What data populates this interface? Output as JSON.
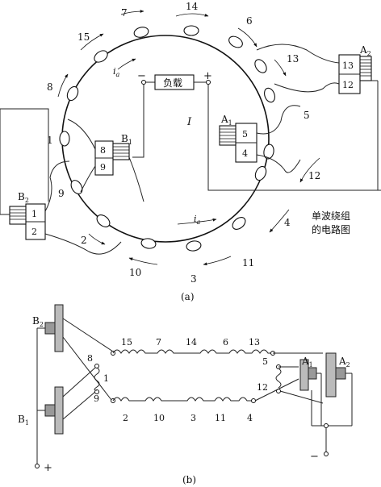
{
  "figure_a": {
    "caption": "(a)",
    "load_label": "负载",
    "minus": "−",
    "plus": "+",
    "current_I": "I",
    "ia_top": "i",
    "ia_sub": "a",
    "note_line1": "单波绕组",
    "note_line2": "的电路图",
    "coil_numbers": [
      "14",
      "6",
      "13",
      "5",
      "12",
      "4",
      "11",
      "3",
      "10",
      "2",
      "9",
      "1",
      "8",
      "15",
      "7"
    ],
    "brush_B1": {
      "label": "B",
      "sub": "1",
      "seg_top": "8",
      "seg_bot": "9"
    },
    "brush_B2": {
      "label": "B",
      "sub": "2",
      "seg_top": "1",
      "seg_bot": "2"
    },
    "brush_A1": {
      "label": "A",
      "sub": "1",
      "seg_top": "5",
      "seg_bot": "4"
    },
    "brush_A2": {
      "label": "A",
      "sub": "2",
      "seg_top": "13",
      "seg_bot": "12"
    }
  },
  "figure_b": {
    "caption": "(b)",
    "top_chain": [
      "15",
      "7",
      "14",
      "6",
      "13"
    ],
    "bottom_chain": [
      "2",
      "10",
      "3",
      "11",
      "4"
    ],
    "left_nodes": [
      "8",
      "1",
      "9"
    ],
    "right_nodes": [
      "5",
      "12"
    ],
    "B2": {
      "label": "B",
      "sub": "2"
    },
    "B1": {
      "label": "B",
      "sub": "1"
    },
    "A1": {
      "label": "A",
      "sub": "1"
    },
    "A2": {
      "label": "A",
      "sub": "2"
    },
    "plus": "+",
    "minus": "−"
  }
}
